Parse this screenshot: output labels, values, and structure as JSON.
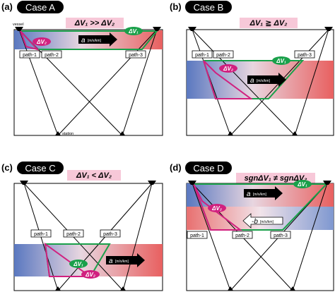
{
  "panels": [
    {
      "letter": "(a)",
      "case_label": "Case A",
      "equation": "ΔV₁ >> ΔV₂",
      "dv1": "ΔV₁",
      "dv2": "ΔV₂",
      "a_label": "a",
      "a_unit": "[m/s/km]",
      "paths": [
        "path-1",
        "path-2",
        "path-3"
      ],
      "vessel_label": "vessel",
      "station_label": "station"
    },
    {
      "letter": "(b)",
      "case_label": "Case B",
      "equation": "ΔV₁ ≧ ΔV₂",
      "dv1": "ΔV₁",
      "dv2": "ΔV₂",
      "a_label": "a",
      "a_unit": "[m/s/km]",
      "paths": [
        "path-1",
        "path-2",
        "path-3"
      ]
    },
    {
      "letter": "(c)",
      "case_label": "Case C",
      "equation": "ΔV₁ < ΔV₂",
      "dv1": "ΔV₁",
      "dv2": "ΔV₂",
      "a_label": "a",
      "a_unit": "[m/s/km]",
      "paths": [
        "path-1",
        "path-2",
        "path-3"
      ]
    },
    {
      "letter": "(d)",
      "case_label": "Case D",
      "equation": "sgnΔV₁ ≠ sgnΔV₂",
      "dv1": "ΔV₁",
      "dv2": "ΔV₂",
      "a_label": "a",
      "a_unit": "[m/s/km]",
      "b_label": "-b",
      "b_unit": "[m/s/km]",
      "paths": [
        "path-1",
        "path-2",
        "path-3"
      ]
    }
  ],
  "colors": {
    "green": "#1aa04a",
    "magenta": "#d1207f",
    "blue": "#5a7bc2",
    "red": "#e86a6a",
    "pink_label": "#f7c8d8",
    "black": "#000000"
  }
}
